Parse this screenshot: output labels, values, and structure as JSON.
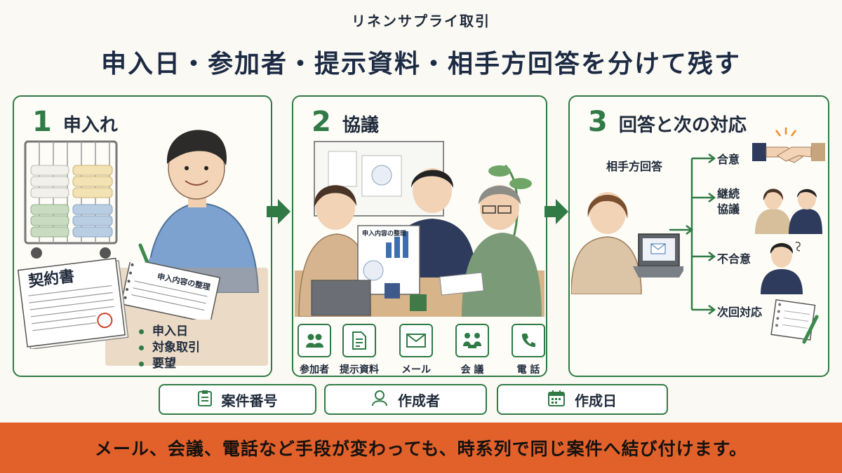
{
  "header": {
    "subtitle": "リネンサプライ取引",
    "title": "申入日・参加者・提示資料・相手方回答を分けて残す"
  },
  "steps": [
    {
      "number": "1",
      "title": "申入れ"
    },
    {
      "number": "2",
      "title": "協議"
    },
    {
      "number": "3",
      "title": "回答と次の対応"
    }
  ],
  "step1": {
    "document_title": "契約書",
    "notebook_title": "申入内容の整理",
    "bullets": [
      "申入日",
      "対象取引",
      "要望"
    ]
  },
  "step2": {
    "report_title": "申入内容の整理",
    "channels": [
      {
        "label": "参加者",
        "icon": "people-icon"
      },
      {
        "label": "提示資料",
        "icon": "document-icon"
      },
      {
        "label": "メール",
        "icon": "mail-icon"
      },
      {
        "label": "会 議",
        "icon": "meeting-icon"
      },
      {
        "label": "電 話",
        "icon": "phone-icon"
      }
    ]
  },
  "step3": {
    "response_label": "相手方回答",
    "outcomes": [
      {
        "label": "合意",
        "icon": "handshake-icon"
      },
      {
        "label": "継続\n協議",
        "icon": "discussion-icon"
      },
      {
        "label": "不合意",
        "icon": "disagree-person-icon"
      },
      {
        "label": "次回対応",
        "icon": "notebook-icon"
      }
    ]
  },
  "fields": [
    {
      "label": "案件番号",
      "icon": "clipboard-icon"
    },
    {
      "label": "作成者",
      "icon": "user-icon"
    },
    {
      "label": "作成日",
      "icon": "calendar-icon"
    }
  ],
  "banner": {
    "text": "メール、会議、電話など手段が変わっても、時系列で同じ案件へ結び付けます。"
  },
  "colors": {
    "accent_green": "#2f7a45",
    "banner_orange": "#e2612b",
    "title_navy": "#1c2b44"
  }
}
